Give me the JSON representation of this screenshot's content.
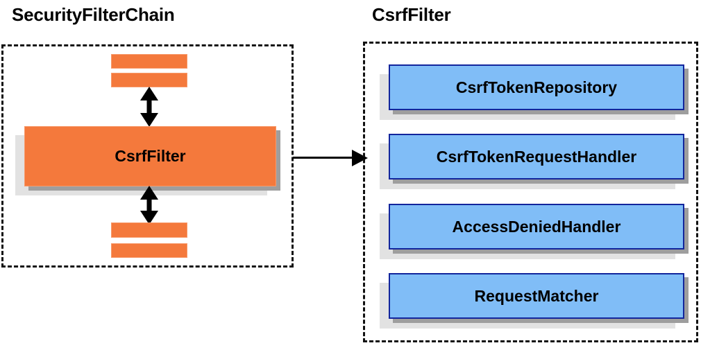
{
  "diagram": {
    "background": "#ffffff",
    "colors": {
      "orange_fill": "#f4793c",
      "orange_border": "#f79a6b",
      "blue_fill": "#80bdf7",
      "blue_border": "#12259c",
      "shadow_dark": "#9e9e9e",
      "shadow_light": "#e2e2e2",
      "dashed_border": "#111111",
      "text": "#000000"
    },
    "left_panel": {
      "title": "SecurityFilterChain",
      "main_node": "CsrfFilter",
      "top_bars": [
        "",
        ""
      ],
      "bottom_bars": [
        "",
        ""
      ],
      "arrows": {
        "up": "double-headed-vertical-arrow",
        "down": "double-headed-vertical-arrow"
      }
    },
    "connector": {
      "icon": "right-arrow-icon",
      "from": "CsrfFilter",
      "to": "CsrfFilter"
    },
    "right_panel": {
      "title": "CsrfFilter",
      "nodes": [
        {
          "label": "CsrfTokenRepository"
        },
        {
          "label": "CsrfTokenRequestHandler"
        },
        {
          "label": "AccessDeniedHandler"
        },
        {
          "label": "RequestMatcher"
        }
      ]
    }
  }
}
